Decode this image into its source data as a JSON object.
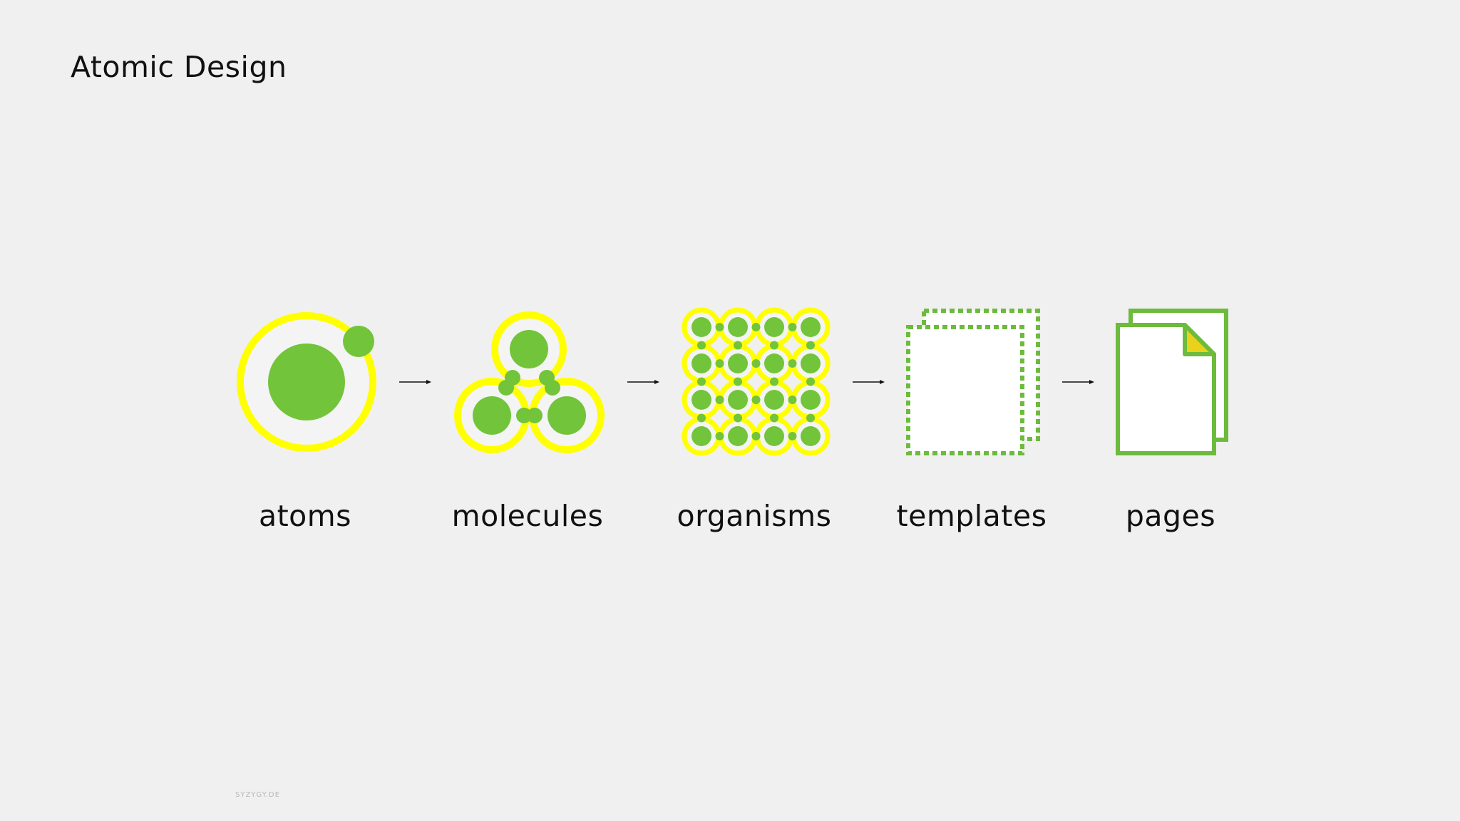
{
  "title": "Atomic Design",
  "stages": [
    {
      "label": "atoms",
      "icon": "atom-icon"
    },
    {
      "label": "molecules",
      "icon": "molecule-icon"
    },
    {
      "label": "organisms",
      "icon": "organism-grid-icon"
    },
    {
      "label": "templates",
      "icon": "template-pages-icon"
    },
    {
      "label": "pages",
      "icon": "document-pages-icon"
    }
  ],
  "footer": "SYZYGY.DE",
  "colors": {
    "background": "#f0f0f0",
    "green": "#72c43a",
    "yellow": "#ffff00",
    "outline_green": "#6cbb3c",
    "fold_yellow": "#e8d21c",
    "arrow": "#111111"
  }
}
